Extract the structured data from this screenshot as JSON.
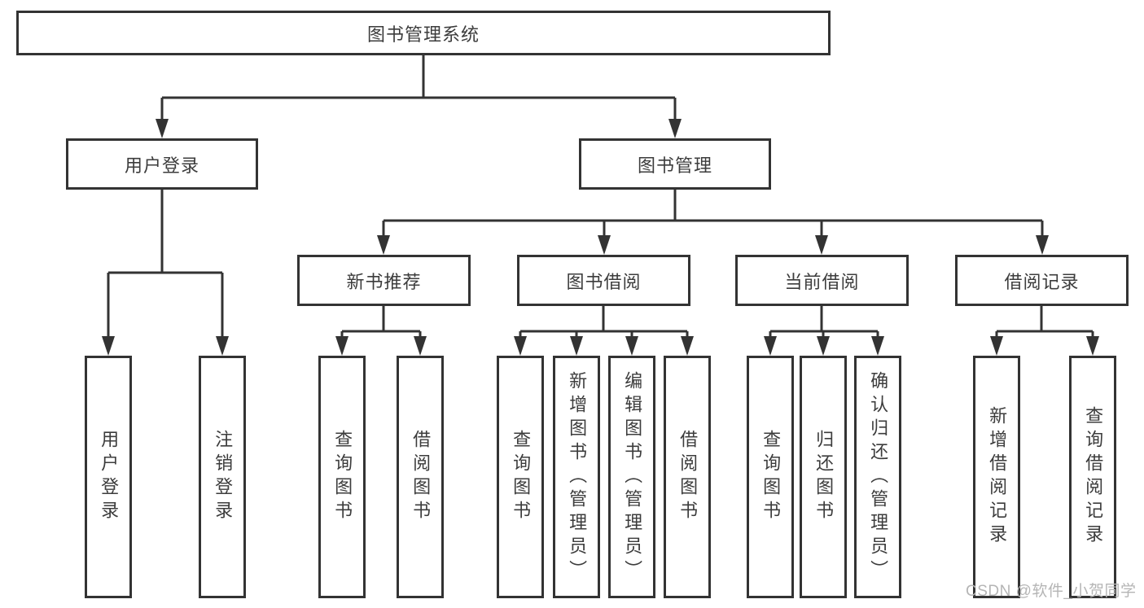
{
  "diagram": {
    "root": {
      "label": "图书管理系统"
    },
    "level1": [
      {
        "id": "user-login",
        "label": "用户登录"
      },
      {
        "id": "book-management",
        "label": "图书管理"
      }
    ],
    "level2": [
      {
        "id": "new-book-recommend",
        "label": "新书推荐"
      },
      {
        "id": "book-borrowing",
        "label": "图书借阅"
      },
      {
        "id": "current-borrowing",
        "label": "当前借阅"
      },
      {
        "id": "borrow-records",
        "label": "借阅记录"
      }
    ],
    "leaves": [
      {
        "id": "user-login-action",
        "label": "用户登录"
      },
      {
        "id": "logout-action",
        "label": "注销登录"
      },
      {
        "id": "recommend-query-books",
        "label": "查询图书"
      },
      {
        "id": "recommend-borrow-books",
        "label": "借阅图书"
      },
      {
        "id": "borrowing-query-books",
        "label": "查询图书"
      },
      {
        "id": "borrowing-add-books-admin",
        "label": "新增图书（管理员）"
      },
      {
        "id": "borrowing-edit-books-admin",
        "label": "编辑图书（管理员）"
      },
      {
        "id": "borrowing-borrow-books",
        "label": "借阅图书"
      },
      {
        "id": "current-query-books",
        "label": "查询图书"
      },
      {
        "id": "current-return-books",
        "label": "归还图书"
      },
      {
        "id": "current-confirm-return-admin",
        "label": "确认归还（管理员）"
      },
      {
        "id": "records-add-borrow-record",
        "label": "新增借阅记录"
      },
      {
        "id": "records-query-borrow-record",
        "label": "查询借阅记录"
      }
    ]
  },
  "watermark": {
    "text": "CSDN @软件_小贺同学"
  },
  "colors": {
    "line": "#333333",
    "text": "#3c3c3c",
    "watermark": "#b5b5b5",
    "background": "#ffffff"
  }
}
